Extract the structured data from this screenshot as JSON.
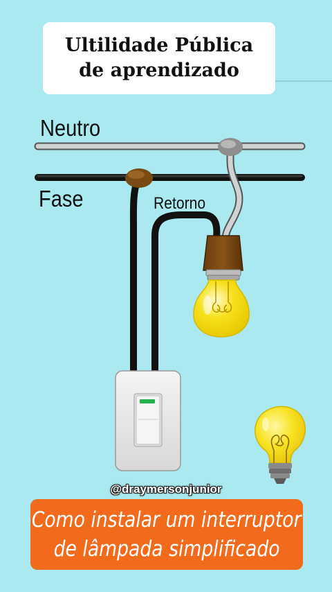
{
  "title": {
    "line1": "Ultilidade Pública",
    "line2": "de aprendizado"
  },
  "labels": {
    "neutral": "Neutro",
    "phase": "Fase",
    "return": "Retorno"
  },
  "handle": "@draymersonjunior",
  "banner": {
    "line1": "Como instalar um interruptor",
    "line2": "de lâmpada simplificado"
  },
  "colors": {
    "background": "#a9e9ef",
    "banner": "#f26a1b",
    "bulb": "#f7e11c",
    "switch_indicator": "#22b24c"
  },
  "icons": [
    "light-bulb-icon",
    "wall-switch-icon",
    "light-bulb-idea-icon"
  ]
}
